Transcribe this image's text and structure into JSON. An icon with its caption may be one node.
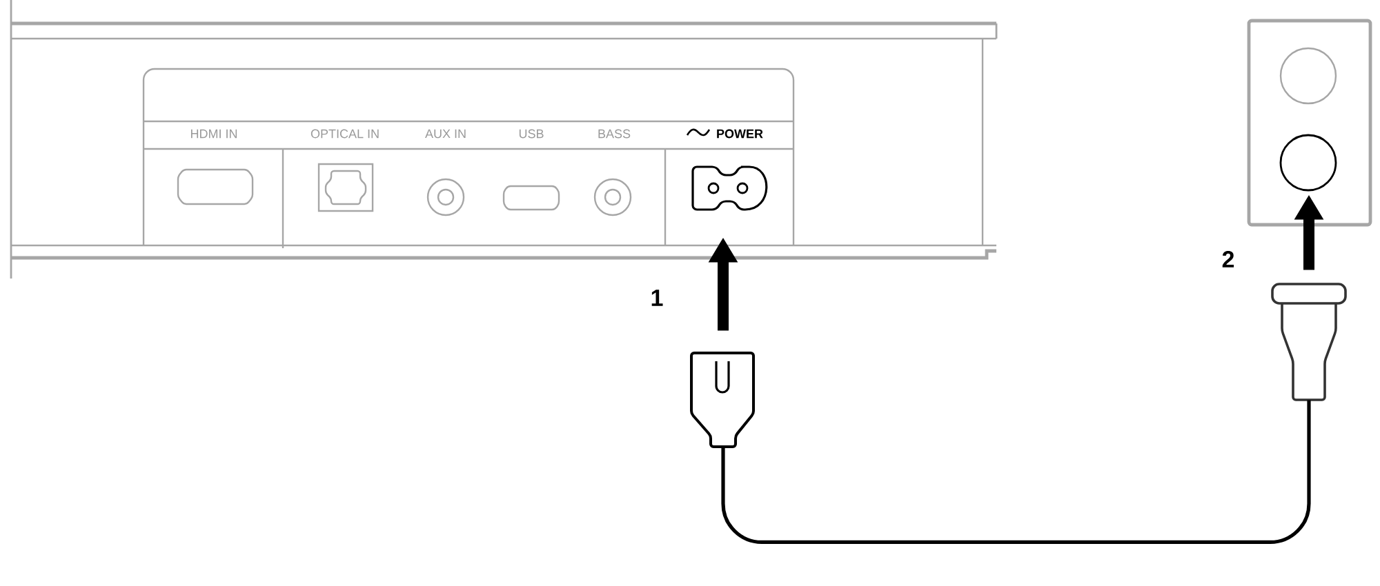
{
  "diagram": {
    "nodes": [
      {
        "text": [],
        "shape": "box"
      },
      {
        "text": [],
        "shape": "plug"
      },
      {
        "text": [],
        "shape": "circle"
      },
      {
        "text": [],
        "shape": "plug"
      }
    ],
    "edges": [
      {
        "from": 1,
        "to": 0,
        "arrow": "to"
      },
      {
        "from": 3,
        "to": 2,
        "arrow": "to"
      },
      {
        "from": 1,
        "to": 3,
        "arrow": "none"
      }
    ],
    "labels": [
      "HDMI IN",
      "OPTICAL IN",
      "AUX IN",
      "USB",
      "BASS",
      "POWER",
      "1",
      "2"
    ]
  }
}
